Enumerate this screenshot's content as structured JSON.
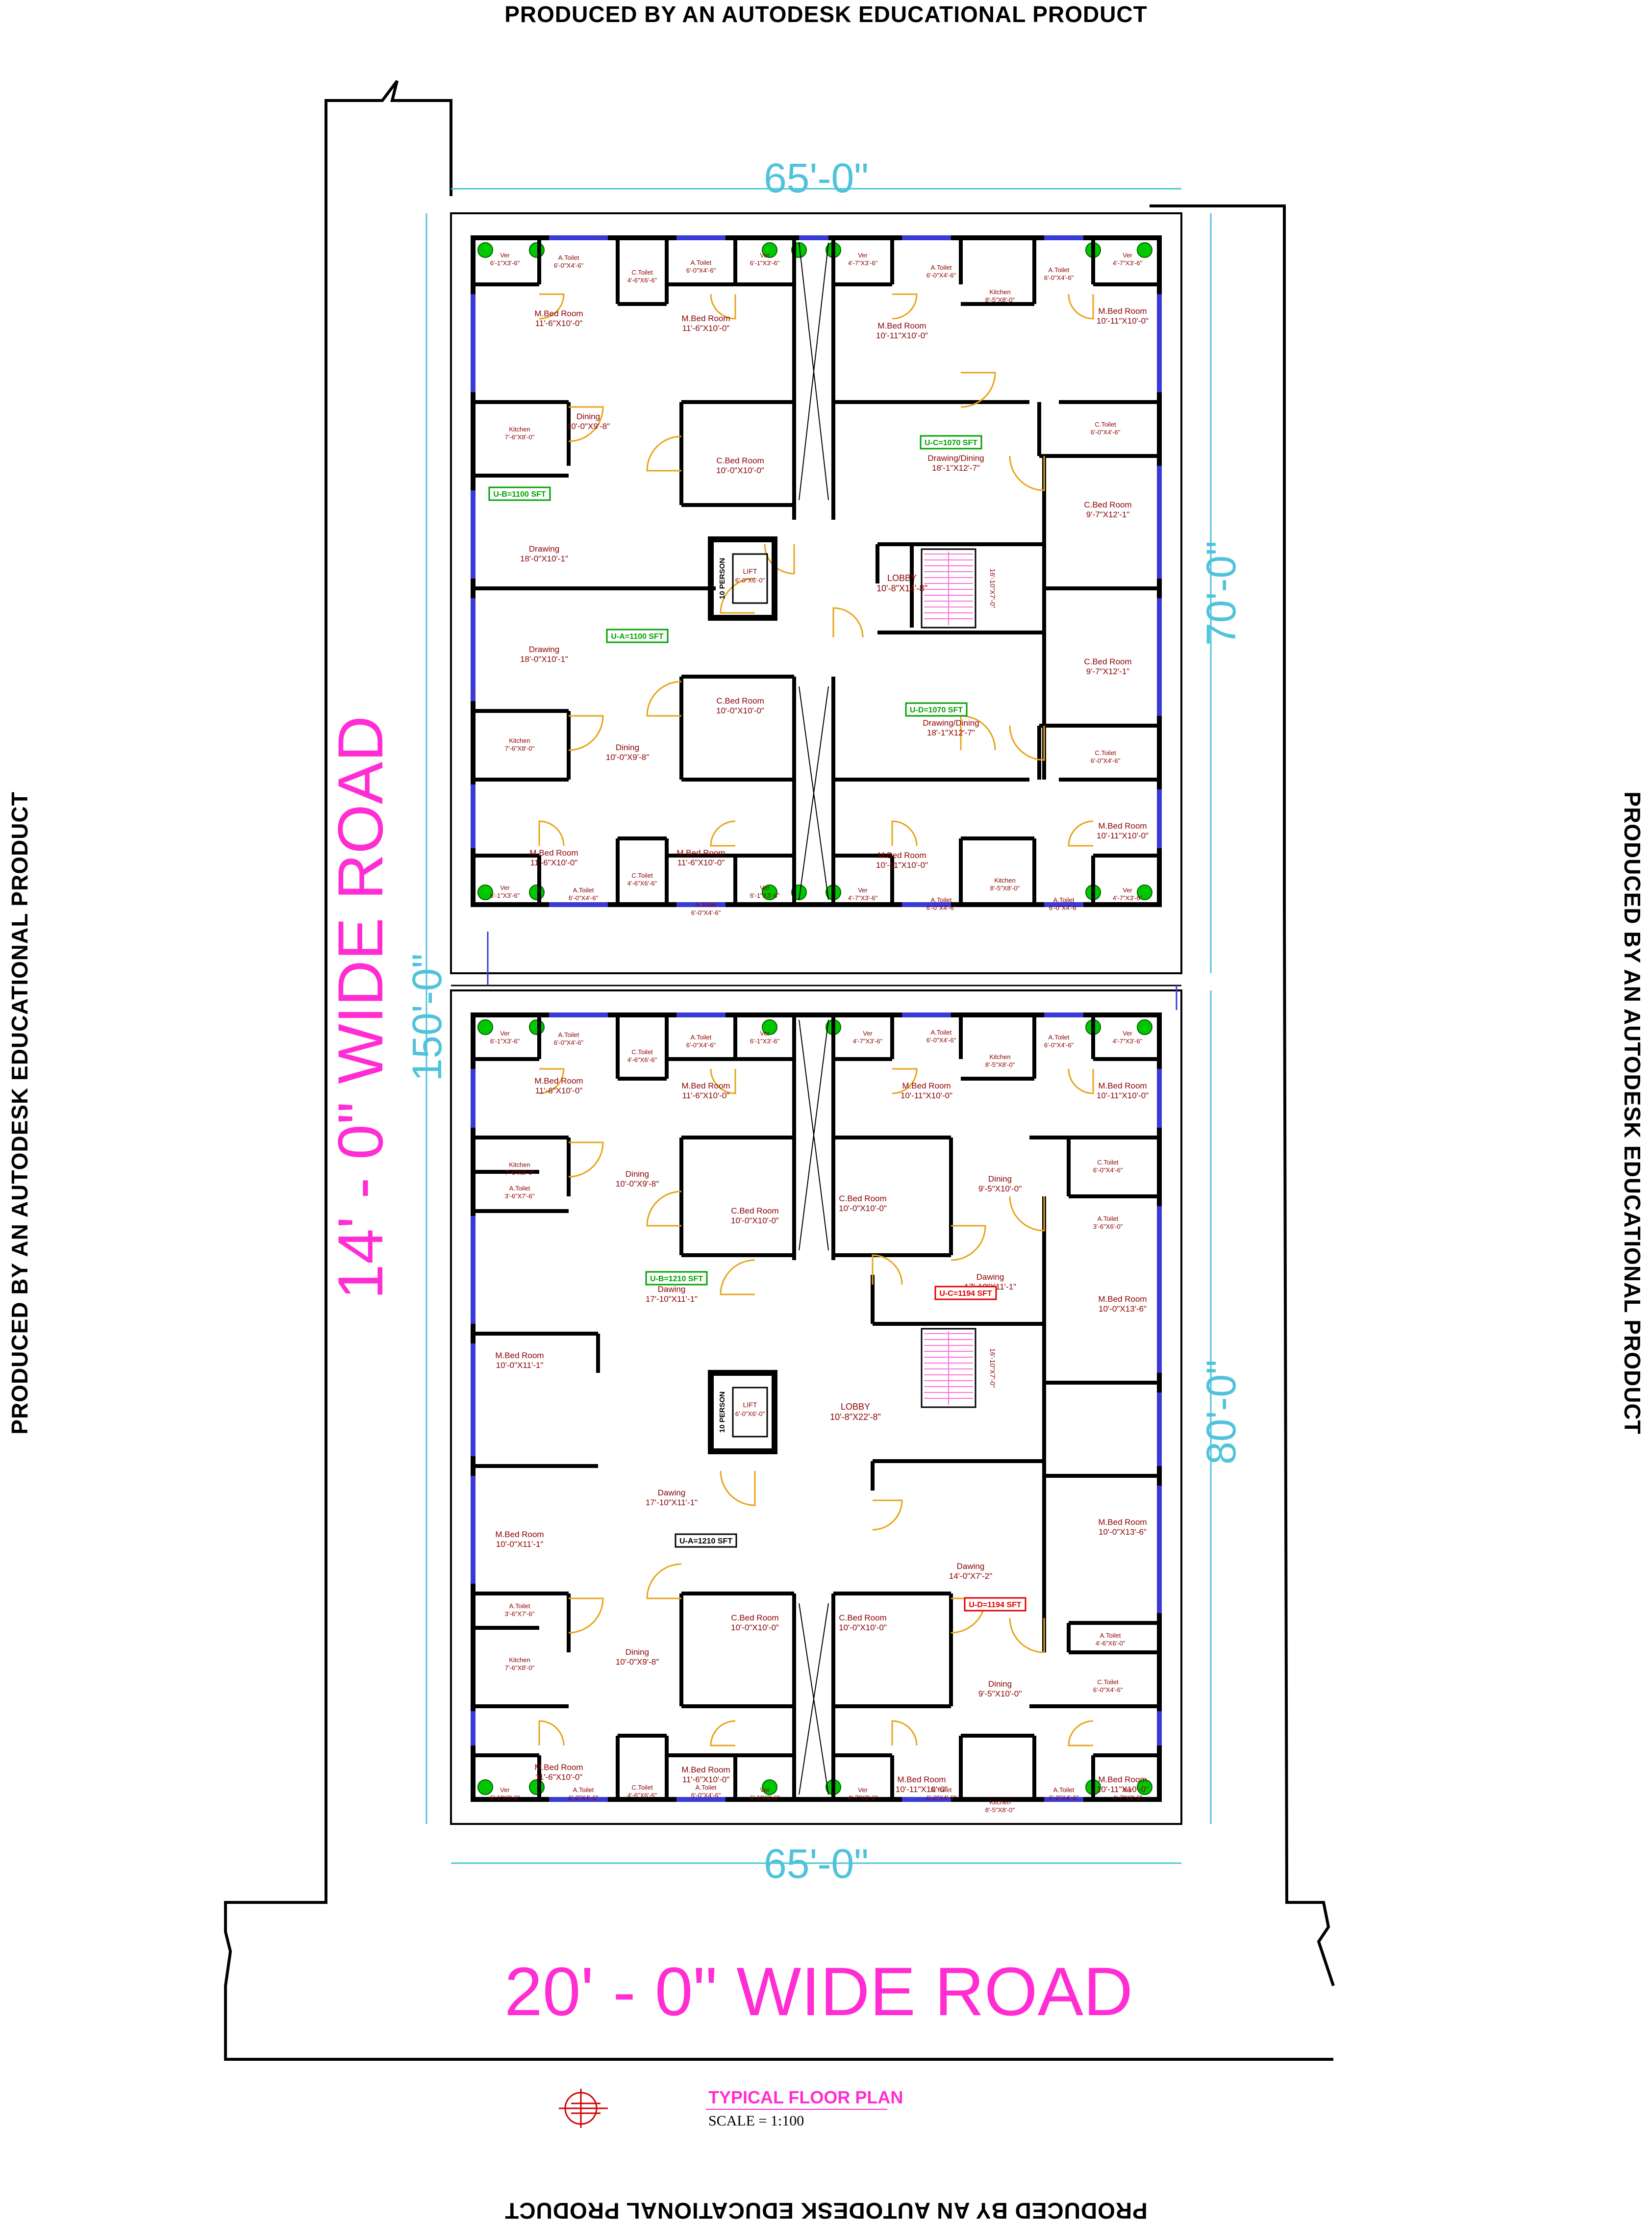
{
  "watermark": "PRODUCED BY AN AUTODESK EDUCATIONAL PRODUCT",
  "road_side": "14' - 0\" WIDE ROAD",
  "road_bottom": "20' - 0\" WIDE ROAD",
  "dims": {
    "top_width": "65'-0\"",
    "bottom_width": "65'-0\"",
    "upper_depth": "70'-0\"",
    "lower_depth": "80'-0\"",
    "total_depth": "150'-0\""
  },
  "title": "TYPICAL  FLOOR  PLAN",
  "scale": "SCALE = 1:100",
  "colors": {
    "wall": "#000000",
    "window": "#3a3ad6",
    "door": "#e8a317",
    "room_text": "#8b0000",
    "dimension": "#4fc3d9",
    "road_text": "#ff2dd3",
    "toilet_fixture": "#00c800",
    "unit_green": "#00a000",
    "unit_red": "#e00000"
  },
  "upper_block": {
    "lobby": {
      "name": "LOBBY",
      "size": "10'-8\"X14'-8\""
    },
    "lift": {
      "name": "LIFT",
      "size": "6'-0\"X6'-0\"",
      "capacity": "10 PERSON"
    },
    "stair": "16'-10\"X7'-0\"",
    "units": [
      {
        "label": "U-A=1100 SFT"
      },
      {
        "label": "U-B=1100 SFT"
      },
      {
        "label": "U-C=1070 SFT"
      },
      {
        "label": "U-D=1070 SFT"
      }
    ],
    "rooms": [
      {
        "name": "Ver",
        "size": "6'-1\"X3'-6\""
      },
      {
        "name": "A.Toilet",
        "size": "6'-0\"X4'-6\""
      },
      {
        "name": "C.Toilet",
        "size": "4'-6\"X6'-6\""
      },
      {
        "name": "A.Toilet",
        "size": "6'-0\"X4'-6\""
      },
      {
        "name": "Ver",
        "size": "6'-1\"X3'-6\""
      },
      {
        "name": "M.Bed Room",
        "size": "11'-6\"X10'-0\""
      },
      {
        "name": "M.Bed Room",
        "size": "11'-6\"X10'-0\""
      },
      {
        "name": "Kitchen",
        "size": "7'-6\"X8'-0\""
      },
      {
        "name": "Dining",
        "size": "10'-0\"X9'-8\""
      },
      {
        "name": "C.Bed Room",
        "size": "10'-0\"X10'-0\""
      },
      {
        "name": "Drawing",
        "size": "18'-0\"X10'-1\""
      },
      {
        "name": "Ver",
        "size": "4'-7\"X3'-6\""
      },
      {
        "name": "A.Toilet",
        "size": "6'-0\"X4'-6\""
      },
      {
        "name": "Kitchen",
        "size": "8'-5\"X8'-0\""
      },
      {
        "name": "A.Toilet",
        "size": "6'-0\"X4'-6\""
      },
      {
        "name": "Ver",
        "size": "4'-7\"X3'-6\""
      },
      {
        "name": "M.Bed Room",
        "size": "10'-11\"X10'-0\""
      },
      {
        "name": "M.Bed Room",
        "size": "10'-11\"X10'-0\""
      },
      {
        "name": "C.Toilet",
        "size": "6'-0\"X4'-6\""
      },
      {
        "name": "Drawing/Dining",
        "size": "18'-1\"X12'-7\""
      },
      {
        "name": "C.Bed Room",
        "size": "9'-7\"X12'-1\""
      },
      {
        "name": "Drawing",
        "size": "18'-0\"X10'-1\""
      },
      {
        "name": "C.Bed Room",
        "size": "10'-0\"X10'-0\""
      },
      {
        "name": "Kitchen",
        "size": "7'-6\"X8'-0\""
      },
      {
        "name": "Dining",
        "size": "10'-0\"X9'-8\""
      },
      {
        "name": "M.Bed Room",
        "size": "11'-6\"X10'-0\""
      },
      {
        "name": "M.Bed Room",
        "size": "11'-6\"X10'-0\""
      },
      {
        "name": "Ver",
        "size": "6'-1\"X3'-6\""
      },
      {
        "name": "A.Toilet",
        "size": "6'-0\"X4'-6\""
      },
      {
        "name": "C.Toilet",
        "size": "4'-6\"X6'-6\""
      },
      {
        "name": "A.Toilet",
        "size": "6'-0\"X4'-6\""
      },
      {
        "name": "Ver",
        "size": "6'-1\"X3'-6\""
      },
      {
        "name": "C.Bed Room",
        "size": "9'-7\"X12'-1\""
      },
      {
        "name": "C.Toilet",
        "size": "6'-0\"X4'-6\""
      },
      {
        "name": "Drawing/Dining",
        "size": "18'-1\"X12'-7\""
      },
      {
        "name": "M.Bed Room",
        "size": "10'-11\"X10'-0\""
      },
      {
        "name": "M.Bed Room",
        "size": "10'-11\"X10'-0\""
      },
      {
        "name": "Ver",
        "size": "4'-7\"X3'-6\""
      },
      {
        "name": "A.Toilet",
        "size": "6'-0\"X4'-6\""
      },
      {
        "name": "Kitchen",
        "size": "8'-5\"X8'-0\""
      },
      {
        "name": "A.Toilet",
        "size": "6'-0\"X4'-6\""
      },
      {
        "name": "Ver",
        "size": "4'-7\"X3'-6\""
      }
    ]
  },
  "lower_block": {
    "lobby": {
      "name": "LOBBY",
      "size": "10'-8\"X22'-8\""
    },
    "lift": {
      "name": "LIFT",
      "size": "6'-0\"X6'-0\"",
      "capacity": "10 PERSON"
    },
    "stair": "16'-10\"X7'-0\"",
    "units": [
      {
        "label": "U-B=1210 SFT"
      },
      {
        "label": "U-C=1194 SFT"
      },
      {
        "label": "U-A=1210 SFT"
      },
      {
        "label": "U-D=1194 SFT"
      }
    ],
    "rooms": [
      {
        "name": "Ver",
        "size": "6'-1\"X3'-6\""
      },
      {
        "name": "A.Toilet",
        "size": "6'-0\"X4'-6\""
      },
      {
        "name": "C.Toilet",
        "size": "4'-6\"X6'-6\""
      },
      {
        "name": "A.Toilet",
        "size": "6'-0\"X4'-6\""
      },
      {
        "name": "Ver",
        "size": "6'-1\"X3'-6\""
      },
      {
        "name": "M.Bed Room",
        "size": "11'-6\"X10'-0\""
      },
      {
        "name": "M.Bed Room",
        "size": "11'-6\"X10'-0\""
      },
      {
        "name": "Kitchen",
        "size": "7'-6\"X8'-0\""
      },
      {
        "name": "Dining",
        "size": "10'-0\"X9'-8\""
      },
      {
        "name": "C.Bed Room",
        "size": "10'-0\"X10'-0\""
      },
      {
        "name": "A.Toilet",
        "size": "3'-6\"X7'-6\""
      },
      {
        "name": "Dawing",
        "size": "17'-10\"X11'-1\""
      },
      {
        "name": "M.Bed Room",
        "size": "10'-0\"X11'-1\""
      },
      {
        "name": "Ver",
        "size": "4'-7\"X3'-6\""
      },
      {
        "name": "A.Toilet",
        "size": "6'-0\"X4'-6\""
      },
      {
        "name": "Kitchen",
        "size": "8'-5\"X8'-0\""
      },
      {
        "name": "A.Toilet",
        "size": "6'-0\"X4'-6\""
      },
      {
        "name": "Ver",
        "size": "4'-7\"X3'-6\""
      },
      {
        "name": "M.Bed Room",
        "size": "10'-11\"X10'-0\""
      },
      {
        "name": "M.Bed Room",
        "size": "10'-11\"X10'-0\""
      },
      {
        "name": "C.Bed Room",
        "size": "10'-0\"X10'-0\""
      },
      {
        "name": "Dining",
        "size": "9'-5\"X10'-0\""
      },
      {
        "name": "C.Toilet",
        "size": "6'-0\"X4'-6\""
      },
      {
        "name": "A.Toilet",
        "size": "3'-6\"X6'-0\""
      },
      {
        "name": "Dawing",
        "size": "17'-10\"X11'-1\""
      },
      {
        "name": "M.Bed Room",
        "size": "10'-0\"X13'-6\""
      },
      {
        "name": "Dawing",
        "size": "17'-10\"X11'-1\""
      },
      {
        "name": "M.Bed Room",
        "size": "10'-0\"X11'-1\""
      },
      {
        "name": "A.Toilet",
        "size": "3'-6\"X7'-6\""
      },
      {
        "name": "C.Bed Room",
        "size": "10'-0\"X10'-0\""
      },
      {
        "name": "Kitchen",
        "size": "7'-6\"X8'-0\""
      },
      {
        "name": "Dining",
        "size": "10'-0\"X9'-8\""
      },
      {
        "name": "M.Bed Room",
        "size": "11'-6\"X10'-0\""
      },
      {
        "name": "M.Bed Room",
        "size": "11'-6\"X10'-0\""
      },
      {
        "name": "C.Toilet",
        "size": "4'-6\"X6'-6\""
      },
      {
        "name": "Ver",
        "size": "6'-1\"X3'-6\""
      },
      {
        "name": "A.Toilet",
        "size": "6'-0\"X4'-6\""
      },
      {
        "name": "A.Toilet",
        "size": "6'-0\"X4'-6\""
      },
      {
        "name": "Ver",
        "size": "6'-1\"X3'-6\""
      },
      {
        "name": "M.Bed Room",
        "size": "10'-0\"X13'-6\""
      },
      {
        "name": "Dawing",
        "size": "14'-0\"X7'-2\""
      },
      {
        "name": "C.Bed Room",
        "size": "10'-0\"X10'-0\""
      },
      {
        "name": "A.Toilet",
        "size": "4'-6\"X6'-0\""
      },
      {
        "name": "Dining",
        "size": "9'-5\"X10'-0\""
      },
      {
        "name": "C.Toilet",
        "size": "6'-0\"X4'-6\""
      },
      {
        "name": "M.Bed Room",
        "size": "10'-11\"X10'-0\""
      },
      {
        "name": "M.Bed Room",
        "size": "10'-11\"X10'-0\""
      },
      {
        "name": "Kitchen",
        "size": "8'-5\"X8'-0\""
      },
      {
        "name": "Ver",
        "size": "4'-7\"X3'-6\""
      },
      {
        "name": "A.Toilet",
        "size": "6'-0\"X4'-6\""
      },
      {
        "name": "A.Toilet",
        "size": "6'-0\"X4'-6\""
      },
      {
        "name": "Ver",
        "size": "4'-7\"X3'-6\""
      }
    ]
  }
}
